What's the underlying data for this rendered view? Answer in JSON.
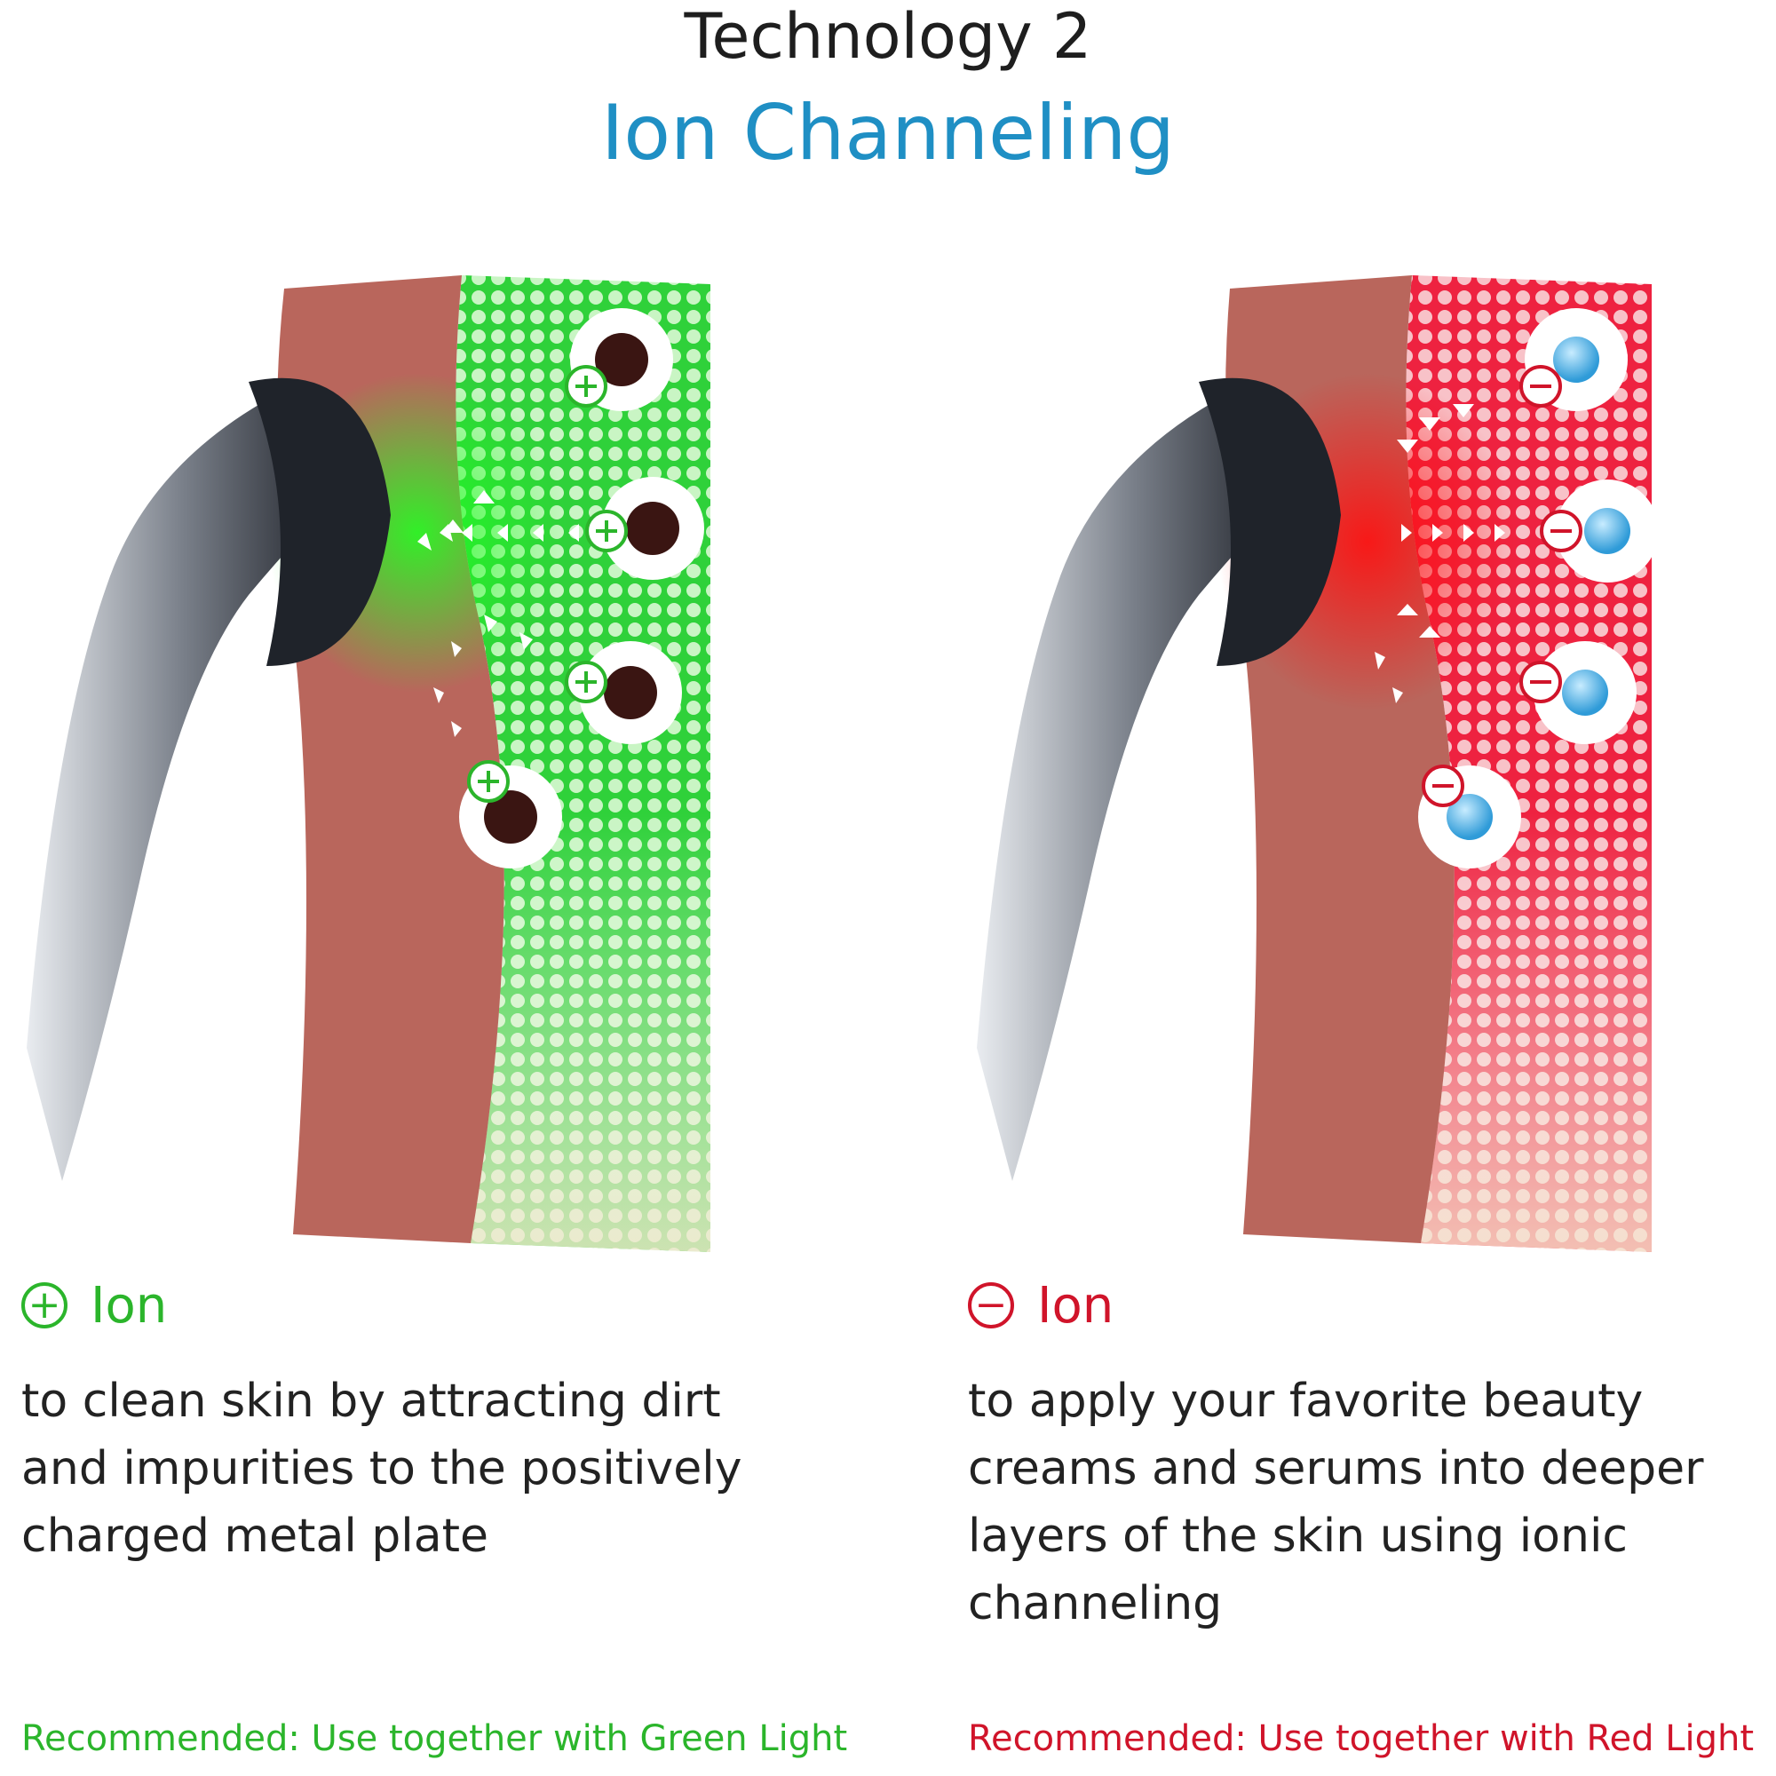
{
  "header": {
    "title": "Technology 2",
    "subtitle": "Ion Channeling"
  },
  "colors": {
    "title": "#1e1e1e",
    "subtitle": "#1f8fc4",
    "positive": "#2bb52b",
    "negative": "#d0142a",
    "skin": "#b9665c",
    "dirt": "#3a1512",
    "serum": "#2f9bd8"
  },
  "left_panel": {
    "ion_symbol": "+",
    "ion_label": "Ion",
    "description": "to clean skin by attracting dirt and impurities to the positively charged metal plate",
    "recommendation": "Recommended: Use together with Green Light",
    "icon": "plus-circle-icon"
  },
  "right_panel": {
    "ion_symbol": "−",
    "ion_label": "Ion",
    "description": "to apply your favorite beauty creams and serums into deeper layers of the skin using ionic channeling",
    "recommendation": "Recommended: Use together with Red Light",
    "icon": "minus-circle-icon"
  }
}
